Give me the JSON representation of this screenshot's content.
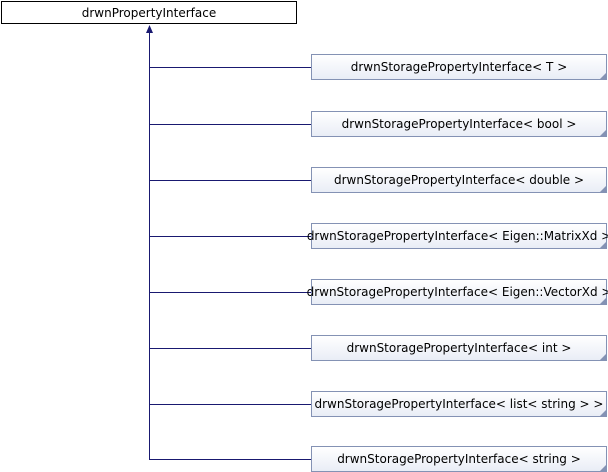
{
  "base_class": {
    "label": "drwnPropertyInterface"
  },
  "derived_classes": [
    {
      "label": "drwnStoragePropertyInterface< T >"
    },
    {
      "label": "drwnStoragePropertyInterface< bool >"
    },
    {
      "label": "drwnStoragePropertyInterface< double >"
    },
    {
      "label": "drwnStoragePropertyInterface< Eigen::MatrixXd >"
    },
    {
      "label": "drwnStoragePropertyInterface< Eigen::VectorXd >"
    },
    {
      "label": "drwnStoragePropertyInterface< int >"
    },
    {
      "label": "drwnStoragePropertyInterface< list< string > >"
    },
    {
      "label": "drwnStoragePropertyInterface< string >"
    }
  ],
  "colors": {
    "edge": "#191970",
    "node_border": "#8492b4",
    "base_border": "#000000"
  }
}
